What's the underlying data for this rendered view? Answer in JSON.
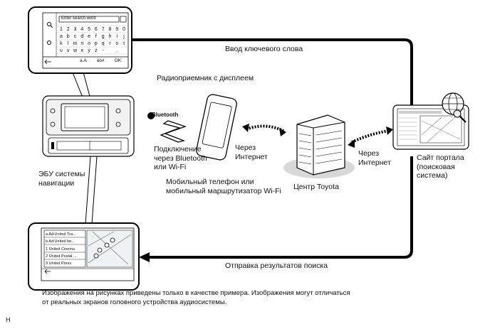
{
  "labels": {
    "radio": "Радиоприемник с дисплеем",
    "keyword_input": "Ввод ключевого слова",
    "bluetooth_conn": [
      "Подключение",
      "через Bluetooth",
      "или Wi-Fi"
    ],
    "ecu": [
      "ЭБУ системы",
      "навигации"
    ],
    "via_internet_left": [
      "Через",
      "Интернет"
    ],
    "via_internet_right": [
      "Через",
      "Интернет"
    ],
    "phone": [
      "Мобильный телефон или",
      "мобильный маршрутизатор Wi-Fi"
    ],
    "toyota_center": "Центр Toyota",
    "portal": [
      "Сайт портала",
      "(поисковая",
      "системa)"
    ],
    "send_results": "Отправка результатов поиска",
    "note": [
      "Изображения на рисунках приведены только в качестве примера.  Изображения могут отличаться",
      "от реальных экранов головного устройства аудиосистемы."
    ],
    "corner_mark": "H",
    "bluetooth_logo": "Bluetooth"
  },
  "search_screen": {
    "placeholder": "Enter search word",
    "keys": [
      [
        "1",
        "2",
        "3",
        "4",
        "5",
        "6",
        "7",
        "8",
        "9",
        "0"
      ],
      [
        "a",
        "b",
        "c",
        "d",
        "e",
        "f",
        "g",
        "h",
        "i",
        "j"
      ],
      [
        "k",
        "l",
        "m",
        "n",
        "o",
        "p",
        "q",
        "r",
        "s",
        "t"
      ],
      [
        "u",
        "v",
        "w",
        "x",
        "y",
        "z",
        "-",
        "",
        ".",
        ""
      ]
    ],
    "bottom_keys": [
      "a.A",
      "äö#",
      "OK"
    ]
  },
  "results_screen": {
    "items": [
      "a Ad:United Tra...",
      "b Ad:United bo...",
      "1 United Cinema",
      "2 United Postal ...",
      "3 United Press"
    ]
  },
  "icons": [
    "search-icon",
    "bluetooth-icon",
    "back-icon",
    "globe-icon",
    "phone-icon",
    "building-icon"
  ]
}
